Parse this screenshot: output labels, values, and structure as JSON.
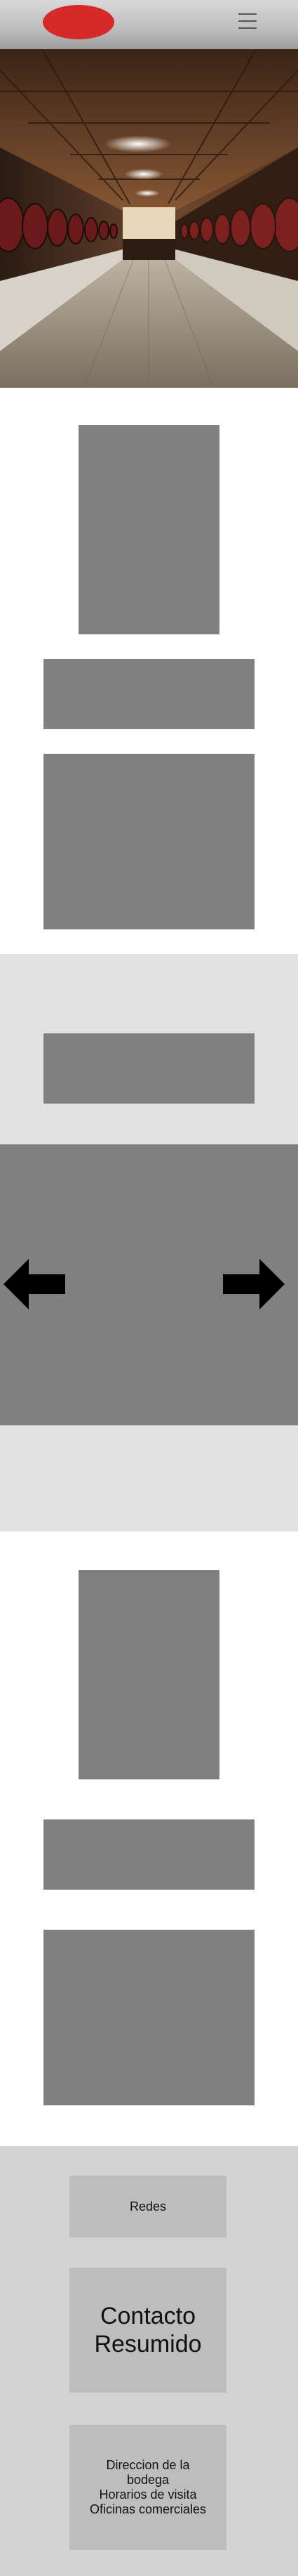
{
  "header": {
    "logo_icon": "red-oval-logo",
    "menu_icon": "hamburger-menu-icon",
    "logo_color": "#d42a2a"
  },
  "hero": {
    "image_subject": "wine-cellar-tunnel-photo"
  },
  "carousel": {
    "prev_icon": "arrow-left-icon",
    "next_icon": "arrow-right-icon"
  },
  "footer": {
    "social_label": "Redes",
    "contact_title": "Contacto Resumido",
    "info_lines": [
      "Direccion de la bodega",
      "Horarios de visita",
      "Oficinas comerciales"
    ]
  }
}
